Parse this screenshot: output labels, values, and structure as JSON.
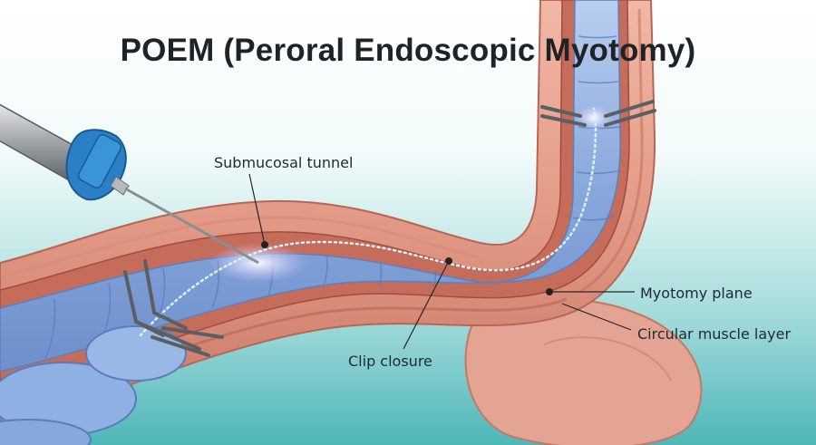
{
  "title": "POEM (Peroral Endoscopic Myotomy)",
  "labels": {
    "submucosal_tunnel": "Submucosal tunnel",
    "myotomy_plane": "Myotomy plane",
    "circular_muscle_layer": "Circular muscle layer",
    "clip_closure": "Clip closure"
  },
  "colors": {
    "background_top": "#ffffff",
    "background_bottom": "#4fb6b8",
    "muscle": "#e8a290",
    "muscle_dark": "#c9705f",
    "mucosa": "#8fb0e0",
    "tunnel_glow": "#c9e6ff",
    "leader": "#262626"
  },
  "icons": [
    "endoscope-icon",
    "clip-icon"
  ]
}
